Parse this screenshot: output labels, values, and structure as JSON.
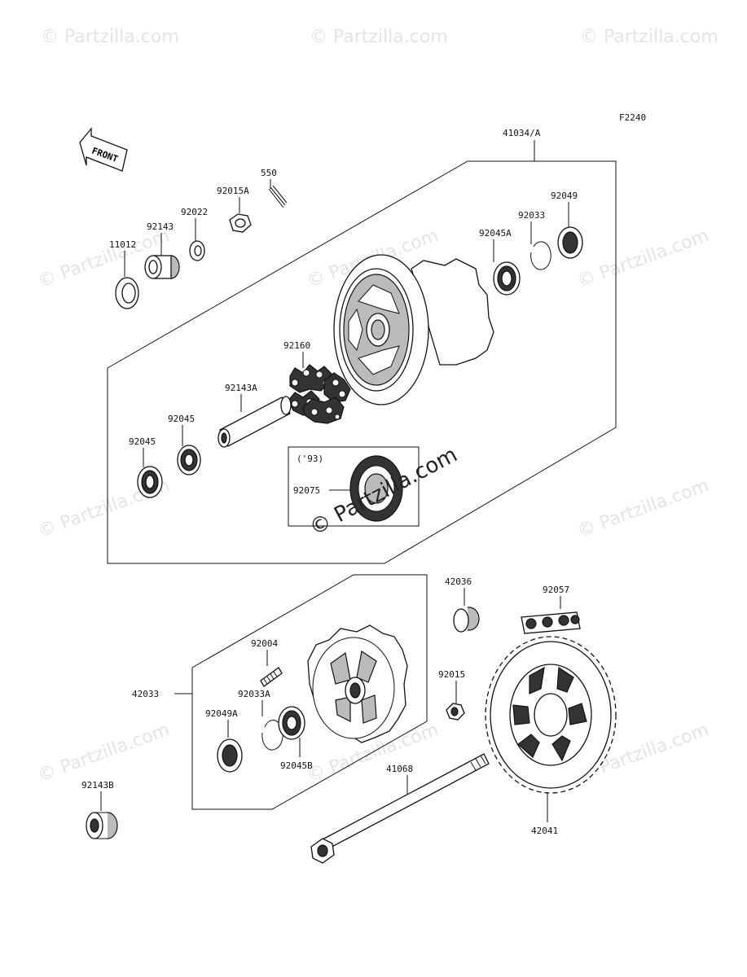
{
  "diagram_code": "F2240",
  "front_label": "FRONT",
  "watermark": "© Partzilla.com",
  "year_note": "('93)",
  "parts": {
    "p41034A": "41034/A",
    "p550": "550",
    "p92015A": "92015A",
    "p92022": "92022",
    "p92143": "92143",
    "p11012": "11012",
    "p92049": "92049",
    "p92033": "92033",
    "p92045A": "92045A",
    "p92160": "92160",
    "p92143A": "92143A",
    "p92045a": "92045",
    "p92045b": "92045",
    "p92075": "92075",
    "p42036": "42036",
    "p92057": "92057",
    "p92004": "92004",
    "p42033": "42033",
    "p92033A": "92033A",
    "p92049A": "92049A",
    "p92045B": "92045B",
    "p92015": "92015",
    "p41068": "41068",
    "p92143B": "92143B",
    "p42041": "42041"
  }
}
